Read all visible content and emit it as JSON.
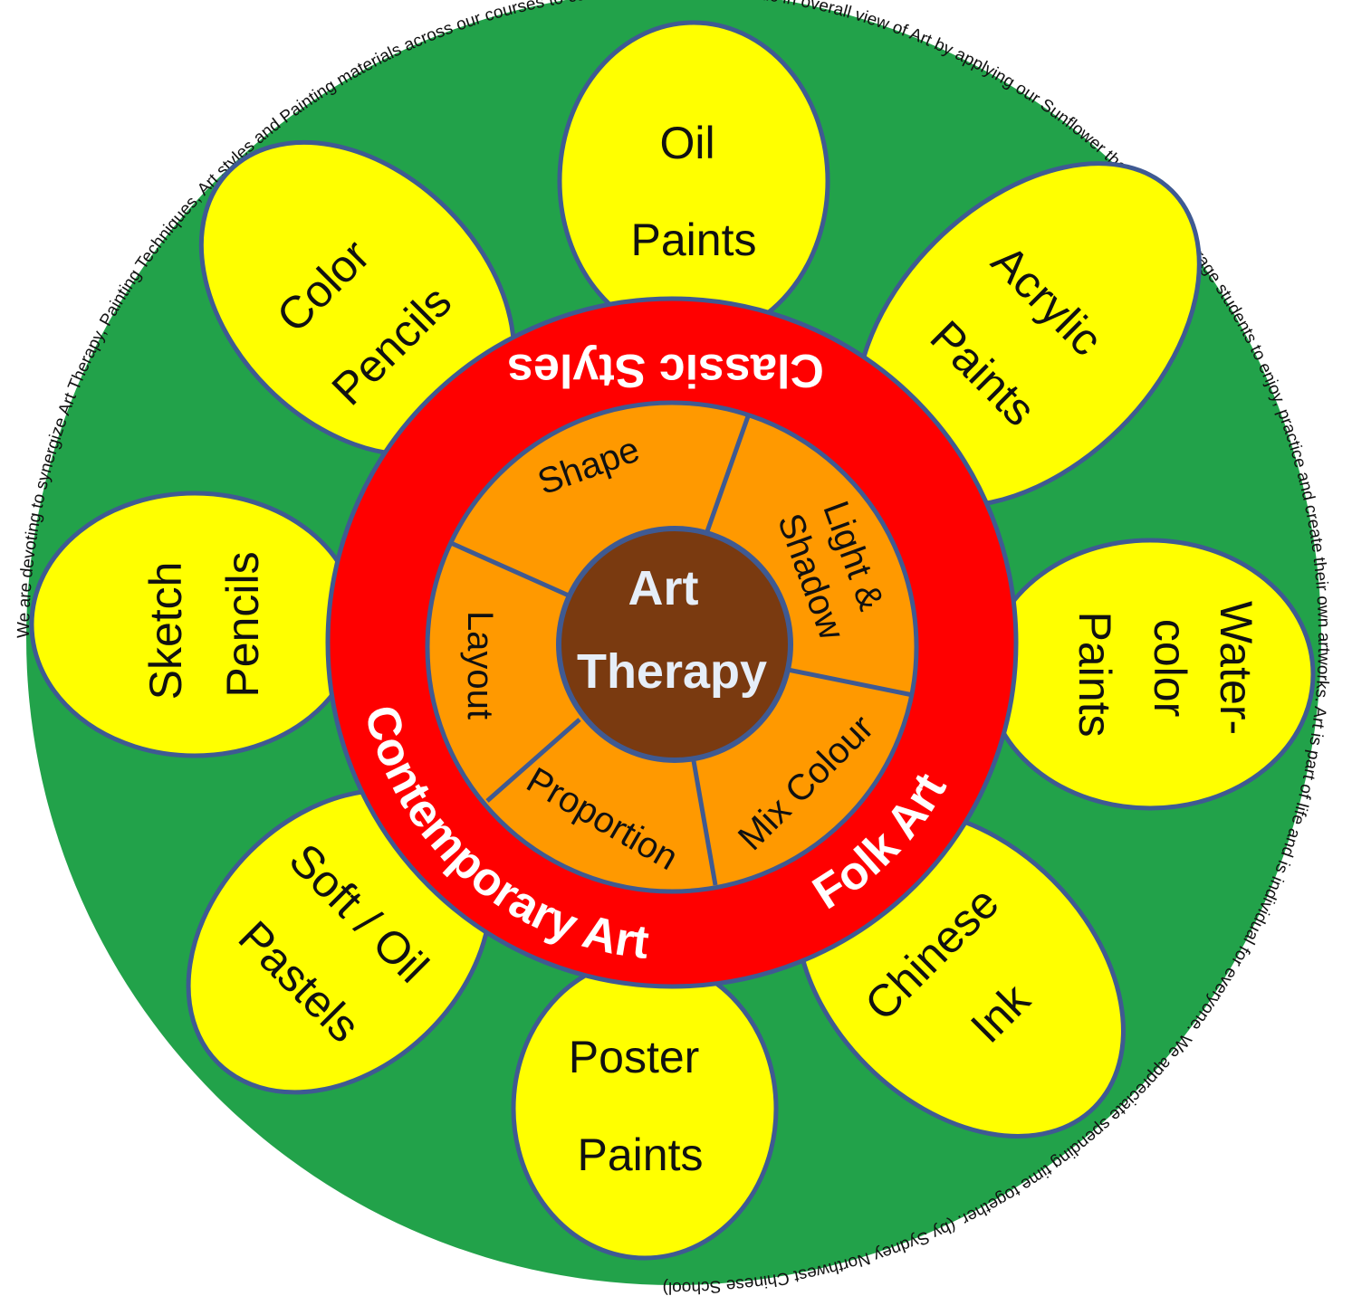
{
  "outer_ring_text": "We are devoting to synergize Art Therapy, Painting Techniques, Art styles and Painting materials across our courses to cultivate students’ aesthetic in overall view of Art by applying our Sunflower theory. We encourage students to enjoy, practice and create their own artworks. Art is part of life and is individual for everyone. We appreciate spending time together. (by Sydney Northwest Chinese School)",
  "petals": [
    {
      "lines": [
        "Oil",
        "Paints"
      ]
    },
    {
      "lines": [
        "Acrylic",
        "Paints"
      ]
    },
    {
      "lines": [
        "Water-",
        "color",
        "Paints"
      ]
    },
    {
      "lines": [
        "Chinese",
        "Ink"
      ]
    },
    {
      "lines": [
        "Poster",
        "Paints"
      ]
    },
    {
      "lines": [
        "Soft / Oil",
        "Pastels"
      ]
    },
    {
      "lines": [
        "Sketch",
        "Pencils"
      ]
    },
    {
      "lines": [
        "Color",
        "Pencils"
      ]
    }
  ],
  "styles_ring": {
    "classic": "Classic Styles",
    "contemporary": "Contemporary Art",
    "folk": "Folk Art"
  },
  "techniques": [
    {
      "lines": [
        "Shape"
      ]
    },
    {
      "lines": [
        "Light &",
        "Shadow"
      ]
    },
    {
      "lines": [
        "Mix Colour"
      ]
    },
    {
      "lines": [
        "Proportion"
      ]
    },
    {
      "lines": [
        "Layout"
      ]
    }
  ],
  "center": {
    "line1": "Art",
    "line2": "Therapy"
  },
  "colors": {
    "background": "#22a24a",
    "petal": "#ffff00",
    "outline": "#3f5a92",
    "ring": "#ff0000",
    "segment": "#ff9900",
    "center": "#7a3a10"
  }
}
